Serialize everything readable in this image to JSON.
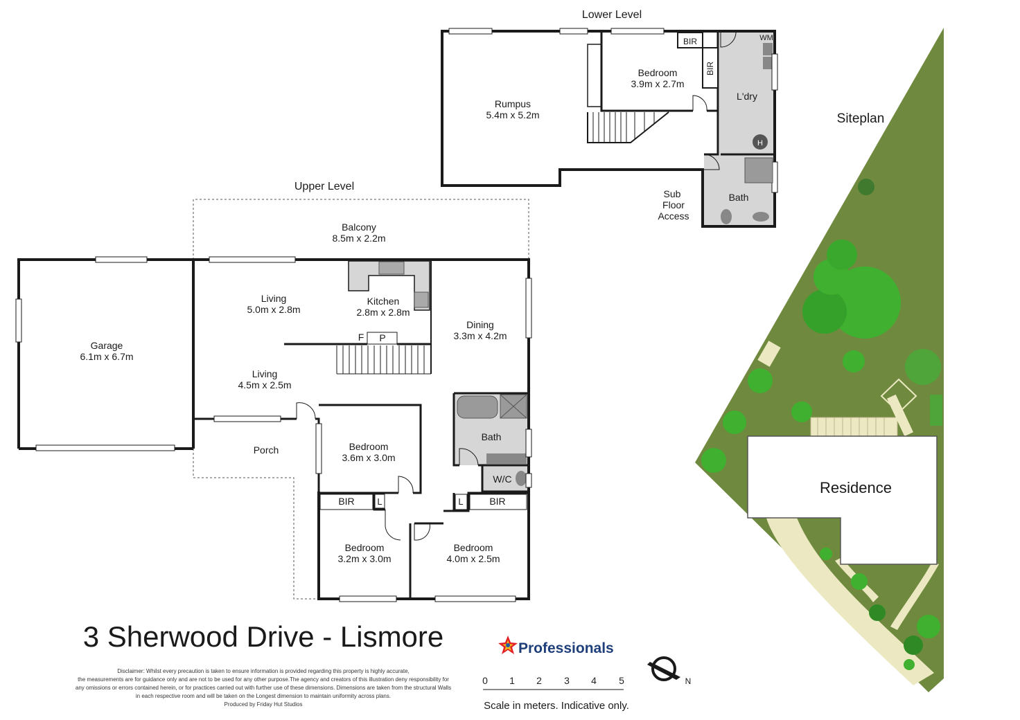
{
  "title": "3 Sherwood Drive - Lismore",
  "levels": {
    "lower": "Lower Level",
    "upper": "Upper Level",
    "siteplan": "Siteplan"
  },
  "rooms": {
    "rumpus": {
      "name": "Rumpus",
      "size": "5.4m x 5.2m"
    },
    "bedroom_lower": {
      "name": "Bedroom",
      "size": "3.9m x 2.7m"
    },
    "laundry": {
      "name": "L'dry"
    },
    "bath_lower": {
      "name": "Bath"
    },
    "subfloor": {
      "line1": "Sub",
      "line2": "Floor",
      "line3": "Access"
    },
    "wm": "WM",
    "bir_lower_1": "BIR",
    "bir_lower_2": "BIR",
    "hws": "H",
    "balcony": {
      "name": "Balcony",
      "size": "8.5m x 2.2m"
    },
    "garage": {
      "name": "Garage",
      "size": "6.1m x 6.7m"
    },
    "living1": {
      "name": "Living",
      "size": "5.0m x 2.8m"
    },
    "kitchen": {
      "name": "Kitchen",
      "size": "2.8m x 2.8m"
    },
    "dining": {
      "name": "Dining",
      "size": "3.3m x 4.2m"
    },
    "living2": {
      "name": "Living",
      "size": "4.5m x 2.5m"
    },
    "fridge": "F",
    "pantry": "P",
    "porch": {
      "name": "Porch"
    },
    "bedroom1": {
      "name": "Bedroom",
      "size": "3.6m x 3.0m"
    },
    "bath_upper": {
      "name": "Bath"
    },
    "wc": "W/C",
    "bir2": "BIR",
    "bir3": "BIR",
    "linen1": "L",
    "linen2": "L",
    "bedroom2": {
      "name": "Bedroom",
      "size": "3.2m x 3.0m"
    },
    "bedroom3": {
      "name": "Bedroom",
      "size": "4.0m x 2.5m"
    },
    "residence": "Residence"
  },
  "logo": {
    "text": "Professionals"
  },
  "disclaimer": [
    "Disclaimer: Whilst every precaution is taken to ensure information is provided regarding this property is highly accurate,",
    "the measurements are for guidance only and are not to be used for any other purpose.The agency and creators of this illustration deny responsibility for",
    "any omissions or errors contained herein, or for practices carried out with further use of these dimensions. Dimensions are taken from the structural Walls",
    "in each respective room and will be taken on the Longest dimension to maintain uniformity across plans.",
    "Produced by Friday Hut Studios"
  ],
  "scale": {
    "ticks": [
      "0",
      "1",
      "2",
      "3",
      "4",
      "5"
    ],
    "caption": "Scale in meters. Indicative only."
  },
  "compass": {
    "north": "N"
  },
  "colors": {
    "wall": "#1a1a1a",
    "wet_area": "#d6d6d6",
    "grass": "#6f8a3f",
    "tree": "#3fb02f",
    "path": "#ece9c2",
    "logo_red": "#e21f26",
    "logo_blue": "#1e5aa8",
    "logo_green": "#4aa53b",
    "logo_yellow": "#f3b81a"
  }
}
